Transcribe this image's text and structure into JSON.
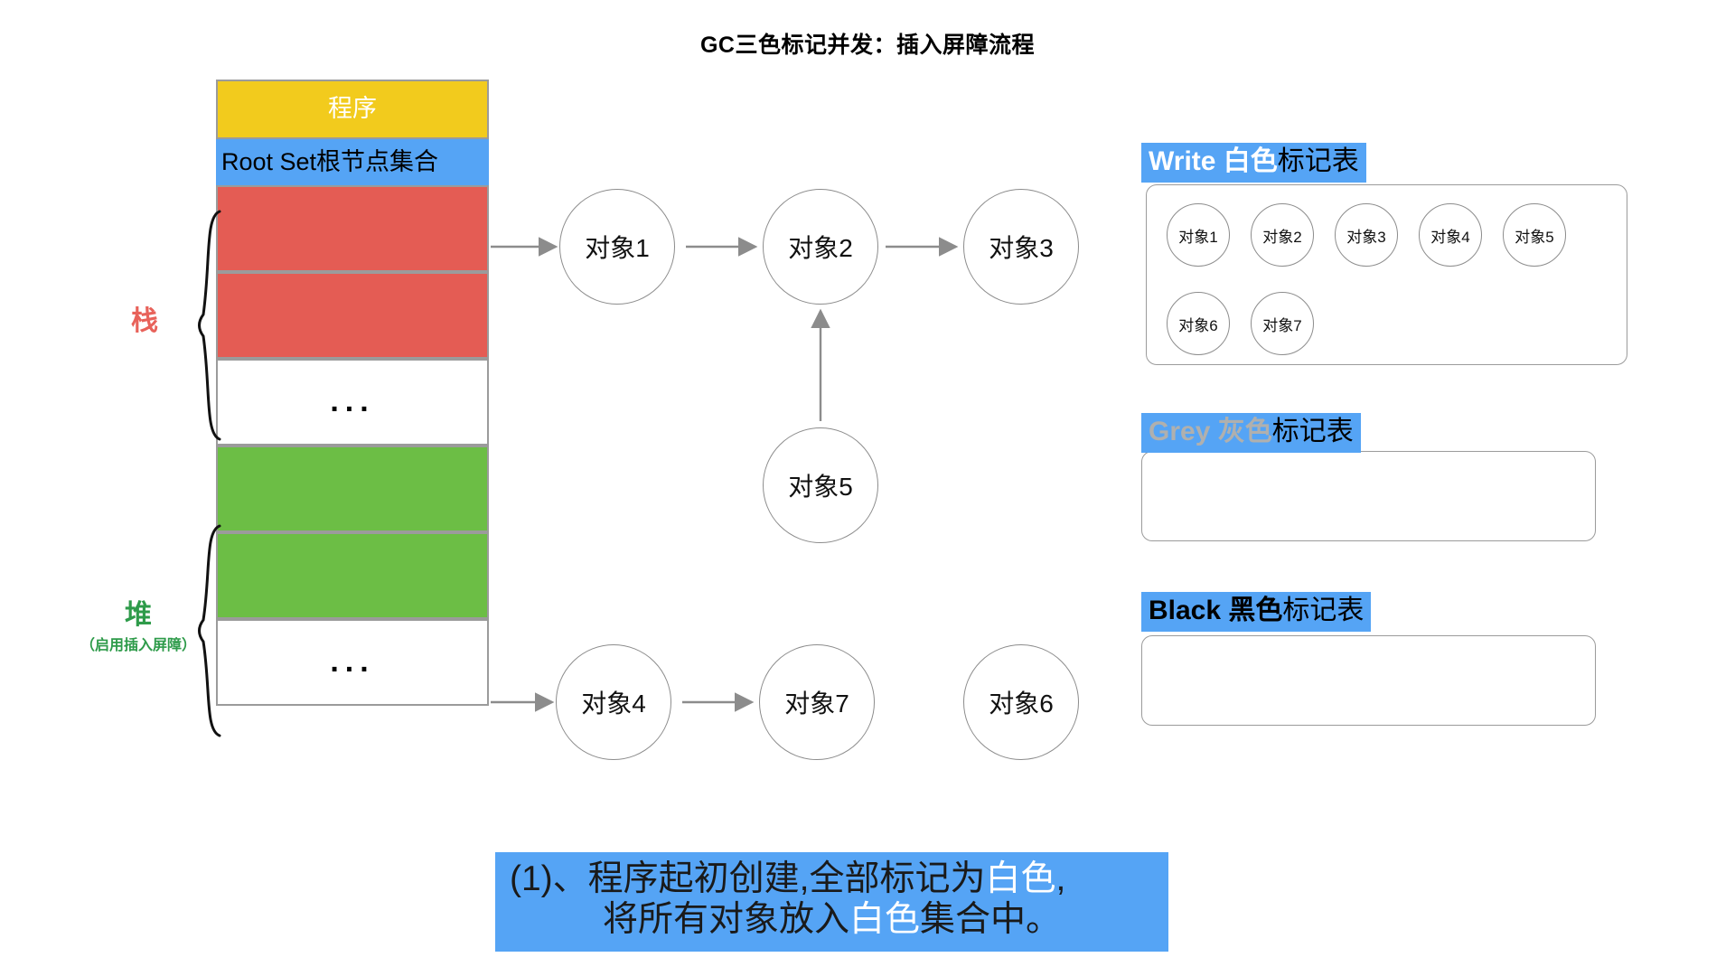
{
  "title": "GC三色标记并发：插入屏障流程",
  "memory_column": {
    "program_cell": "程序",
    "root_set_cell": "Root Set根节点集合",
    "dots": "...",
    "cells": [
      {
        "name": "program",
        "label": "程序",
        "color": "#f2cb1d"
      },
      {
        "name": "root-set",
        "label": "Root Set根节点集合",
        "color": "#55a4f5"
      },
      {
        "name": "stack-slot-1",
        "label": "",
        "color": "#e45c54"
      },
      {
        "name": "stack-slot-2",
        "label": "",
        "color": "#e45c54"
      },
      {
        "name": "stack-ellipsis",
        "label": "...",
        "color": "#ffffff"
      },
      {
        "name": "heap-slot-1",
        "label": "",
        "color": "#6cbe45"
      },
      {
        "name": "heap-slot-2",
        "label": "",
        "color": "#6cbe45"
      },
      {
        "name": "heap-ellipsis",
        "label": "...",
        "color": "#ffffff"
      }
    ]
  },
  "side_labels": {
    "stack": "栈",
    "stack_color": "#e8625a",
    "heap": "堆",
    "heap_note": "（启用插入屏障）",
    "heap_color": "#2e9b4a"
  },
  "graph": {
    "nodes": [
      {
        "id": "obj1",
        "label": "对象1"
      },
      {
        "id": "obj2",
        "label": "对象2"
      },
      {
        "id": "obj3",
        "label": "对象3"
      },
      {
        "id": "obj5",
        "label": "对象5"
      },
      {
        "id": "obj4",
        "label": "对象4"
      },
      {
        "id": "obj7",
        "label": "对象7"
      },
      {
        "id": "obj6",
        "label": "对象6"
      }
    ],
    "edges": [
      {
        "from": "root-set-stack",
        "to": "obj1"
      },
      {
        "from": "obj1",
        "to": "obj2"
      },
      {
        "from": "obj2",
        "to": "obj3"
      },
      {
        "from": "obj5",
        "to": "obj2"
      },
      {
        "from": "heap-slot",
        "to": "obj4"
      },
      {
        "from": "obj4",
        "to": "obj7"
      }
    ]
  },
  "mark_tables": [
    {
      "name": "white",
      "header_strong": "Write 白色",
      "header_tail": "标记表",
      "header_strong_color": "#ffffff",
      "header_bg": "#55a4f5",
      "items": [
        "对象1",
        "对象2",
        "对象3",
        "对象4",
        "对象5",
        "对象6",
        "对象7"
      ]
    },
    {
      "name": "grey",
      "header_strong": "Grey 灰色",
      "header_tail": "标记表",
      "header_strong_color": "#b0b0ae",
      "header_bg": "#55a4f5",
      "items": []
    },
    {
      "name": "black",
      "header_strong": "Black 黑色",
      "header_tail": "标记表",
      "header_strong_color": "#000000",
      "header_bg": "#55a4f5",
      "items": []
    }
  ],
  "caption": {
    "line1_a": "(1)、程序起初创建,全部标记为",
    "line1_hl": "白色",
    "line1_b": ",",
    "line2_a": "将所有对象放入",
    "line2_hl": "白色",
    "line2_b": "集合中。",
    "background": "#55a4f5",
    "highlight_color": "#ffffff"
  }
}
